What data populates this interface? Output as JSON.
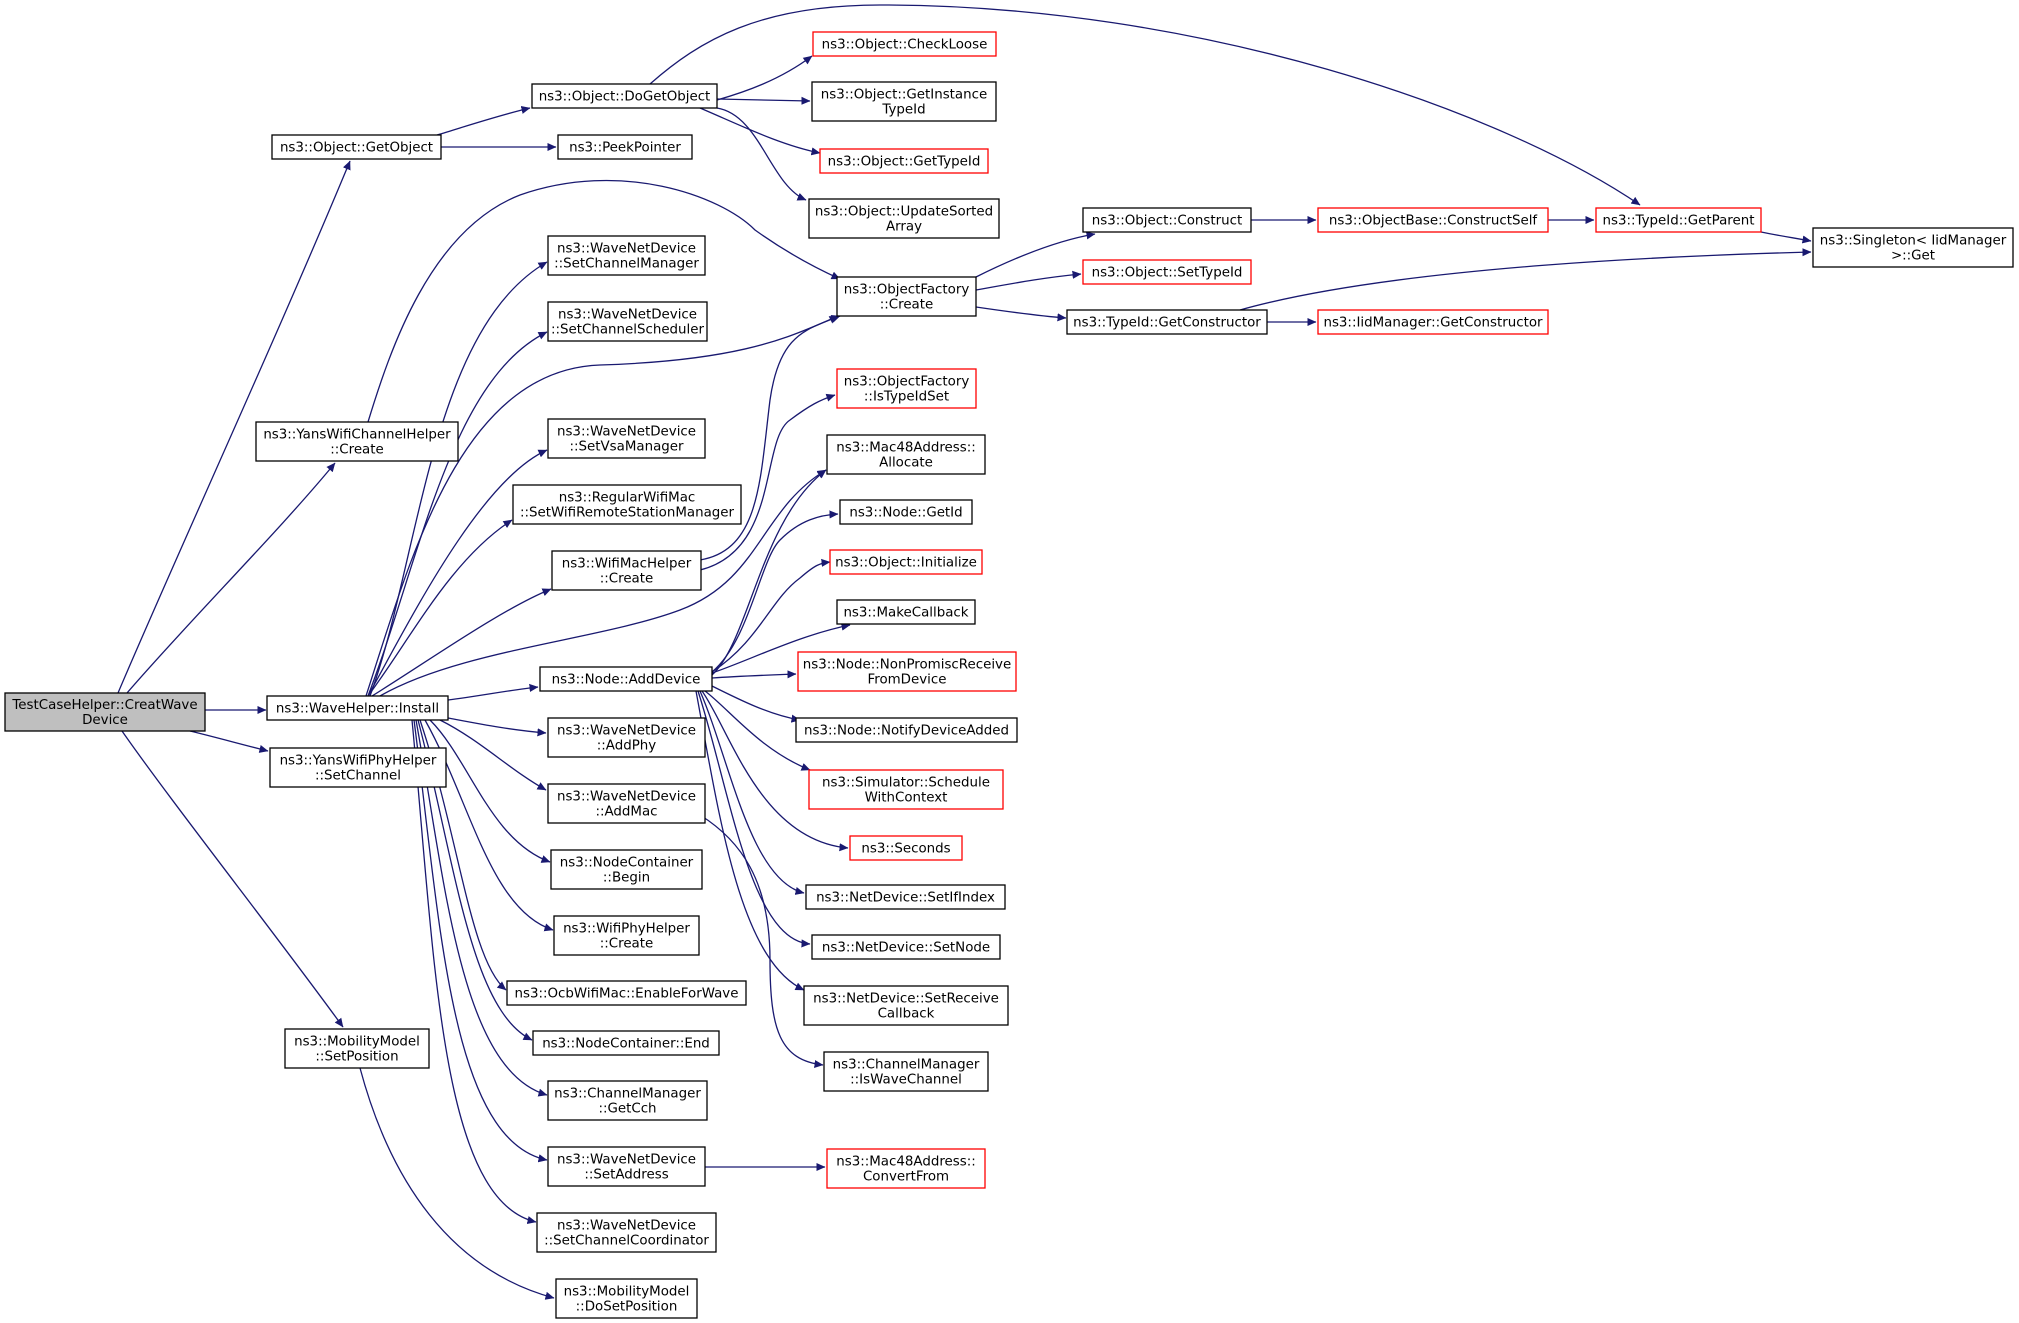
{
  "colors": {
    "edge": "#191970",
    "border_normal": "#000000",
    "border_link": "#ff0000",
    "root_fill": "#bfbfbf",
    "fill": "#ffffff"
  },
  "nodes": [
    {
      "id": "root",
      "lines": [
        "TestCaseHelper::CreatWave",
        "Device"
      ],
      "style": "root"
    },
    {
      "id": "getobject",
      "lines": [
        "ns3::Object::GetObject"
      ],
      "style": "normal"
    },
    {
      "id": "yanschan",
      "lines": [
        "ns3::YansWifiChannelHelper",
        "::Create"
      ],
      "style": "normal"
    },
    {
      "id": "install",
      "lines": [
        "ns3::WaveHelper::Install"
      ],
      "style": "normal"
    },
    {
      "id": "yansphy",
      "lines": [
        "ns3::YansWifiPhyHelper",
        "::SetChannel"
      ],
      "style": "normal"
    },
    {
      "id": "mobsetpos",
      "lines": [
        "ns3::MobilityModel",
        "::SetPosition"
      ],
      "style": "normal"
    },
    {
      "id": "dogetobject",
      "lines": [
        "ns3::Object::DoGetObject"
      ],
      "style": "normal"
    },
    {
      "id": "peekpointer",
      "lines": [
        "ns3::PeekPointer"
      ],
      "style": "normal"
    },
    {
      "id": "setchanmgr",
      "lines": [
        "ns3::WaveNetDevice",
        "::SetChannelManager"
      ],
      "style": "normal"
    },
    {
      "id": "setchansched",
      "lines": [
        "ns3::WaveNetDevice",
        "::SetChannelScheduler"
      ],
      "style": "normal"
    },
    {
      "id": "setvsa",
      "lines": [
        "ns3::WaveNetDevice",
        "::SetVsaManager"
      ],
      "style": "normal"
    },
    {
      "id": "regwifimac",
      "lines": [
        "ns3::RegularWifiMac",
        "::SetWifiRemoteStationManager"
      ],
      "style": "normal"
    },
    {
      "id": "wifimachelper",
      "lines": [
        "ns3::WifiMacHelper",
        "::Create"
      ],
      "style": "normal"
    },
    {
      "id": "nodeadddevice",
      "lines": [
        "ns3::Node::AddDevice"
      ],
      "style": "normal"
    },
    {
      "id": "addphy",
      "lines": [
        "ns3::WaveNetDevice",
        "::AddPhy"
      ],
      "style": "normal"
    },
    {
      "id": "addmac",
      "lines": [
        "ns3::WaveNetDevice",
        "::AddMac"
      ],
      "style": "normal"
    },
    {
      "id": "ncbegin",
      "lines": [
        "ns3::NodeContainer",
        "::Begin"
      ],
      "style": "normal"
    },
    {
      "id": "wifiphyhelper",
      "lines": [
        "ns3::WifiPhyHelper",
        "::Create"
      ],
      "style": "normal"
    },
    {
      "id": "ocbenable",
      "lines": [
        "ns3::OcbWifiMac::EnableForWave"
      ],
      "style": "normal"
    },
    {
      "id": "ncend",
      "lines": [
        "ns3::NodeContainer::End"
      ],
      "style": "normal"
    },
    {
      "id": "getcch",
      "lines": [
        "ns3::ChannelManager",
        "::GetCch"
      ],
      "style": "normal"
    },
    {
      "id": "setaddress",
      "lines": [
        "ns3::WaveNetDevice",
        "::SetAddress"
      ],
      "style": "normal"
    },
    {
      "id": "setchancoord",
      "lines": [
        "ns3::WaveNetDevice",
        "::SetChannelCoordinator"
      ],
      "style": "normal"
    },
    {
      "id": "mobdosetpos",
      "lines": [
        "ns3::MobilityModel",
        "::DoSetPosition"
      ],
      "style": "normal"
    },
    {
      "id": "checkloose",
      "lines": [
        "ns3::Object::CheckLoose"
      ],
      "style": "link"
    },
    {
      "id": "getinsttypeid",
      "lines": [
        "ns3::Object::GetInstance",
        "TypeId"
      ],
      "style": "normal"
    },
    {
      "id": "gettypeid",
      "lines": [
        "ns3::Object::GetTypeId"
      ],
      "style": "link"
    },
    {
      "id": "updatesorted",
      "lines": [
        "ns3::Object::UpdateSorted",
        "Array"
      ],
      "style": "normal"
    },
    {
      "id": "ofcreate",
      "lines": [
        "ns3::ObjectFactory",
        "::Create"
      ],
      "style": "normal"
    },
    {
      "id": "ofistypeidset",
      "lines": [
        "ns3::ObjectFactory",
        "::IsTypeIdSet"
      ],
      "style": "link"
    },
    {
      "id": "mac48alloc",
      "lines": [
        "ns3::Mac48Address::",
        "Allocate"
      ],
      "style": "normal"
    },
    {
      "id": "nodegetid",
      "lines": [
        "ns3::Node::GetId"
      ],
      "style": "normal"
    },
    {
      "id": "objinit",
      "lines": [
        "ns3::Object::Initialize"
      ],
      "style": "link"
    },
    {
      "id": "makecallback",
      "lines": [
        "ns3::MakeCallback"
      ],
      "style": "normal"
    },
    {
      "id": "nonpromisc",
      "lines": [
        "ns3::Node::NonPromiscReceive",
        "FromDevice"
      ],
      "style": "link"
    },
    {
      "id": "notifyadded",
      "lines": [
        "ns3::Node::NotifyDeviceAdded"
      ],
      "style": "normal"
    },
    {
      "id": "simschedule",
      "lines": [
        "ns3::Simulator::Schedule",
        "WithContext"
      ],
      "style": "link"
    },
    {
      "id": "seconds",
      "lines": [
        "ns3::Seconds"
      ],
      "style": "link"
    },
    {
      "id": "setifindex",
      "lines": [
        "ns3::NetDevice::SetIfIndex"
      ],
      "style": "normal"
    },
    {
      "id": "setnode",
      "lines": [
        "ns3::NetDevice::SetNode"
      ],
      "style": "normal"
    },
    {
      "id": "setrecvcb",
      "lines": [
        "ns3::NetDevice::SetReceive",
        "Callback"
      ],
      "style": "normal"
    },
    {
      "id": "iswavechan",
      "lines": [
        "ns3::ChannelManager",
        "::IsWaveChannel"
      ],
      "style": "normal"
    },
    {
      "id": "mac48conv",
      "lines": [
        "ns3::Mac48Address::",
        "ConvertFrom"
      ],
      "style": "link"
    },
    {
      "id": "construct",
      "lines": [
        "ns3::Object::Construct"
      ],
      "style": "normal"
    },
    {
      "id": "settypeid",
      "lines": [
        "ns3::Object::SetTypeId"
      ],
      "style": "link"
    },
    {
      "id": "getconstructor",
      "lines": [
        "ns3::TypeId::GetConstructor"
      ],
      "style": "normal"
    },
    {
      "id": "constructself",
      "lines": [
        "ns3::ObjectBase::ConstructSelf"
      ],
      "style": "link"
    },
    {
      "id": "iidgetctor",
      "lines": [
        "ns3::IidManager::GetConstructor"
      ],
      "style": "link"
    },
    {
      "id": "getparent",
      "lines": [
        "ns3::TypeId::GetParent"
      ],
      "style": "link"
    },
    {
      "id": "singleton",
      "lines": [
        "ns3::Singleton< IidManager",
        ">::Get"
      ],
      "style": "normal"
    }
  ]
}
